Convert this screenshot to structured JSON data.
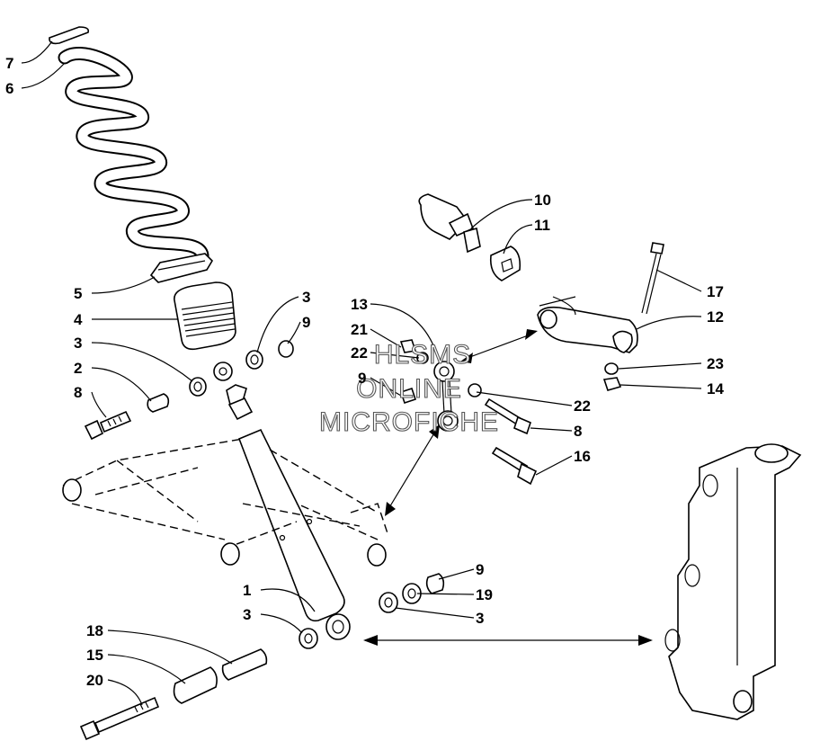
{
  "diagram": {
    "labels": {
      "l1": "1",
      "l2": "2",
      "l3a": "3",
      "l3b": "3",
      "l3c": "3",
      "l3d": "3",
      "l4": "4",
      "l5": "5",
      "l6": "6",
      "l7": "7",
      "l8a": "8",
      "l8b": "8",
      "l9a": "9",
      "l9b": "9",
      "l9c": "9",
      "l10": "10",
      "l11": "11",
      "l12": "12",
      "l13": "13",
      "l14": "14",
      "l15": "15",
      "l16": "16",
      "l17": "17",
      "l18": "18",
      "l19": "19",
      "l20": "20",
      "l21": "21",
      "l22a": "22",
      "l22b": "22",
      "l23": "23"
    },
    "watermark": [
      "HLSMS",
      "ONLINE",
      "MICROFICHE"
    ]
  }
}
